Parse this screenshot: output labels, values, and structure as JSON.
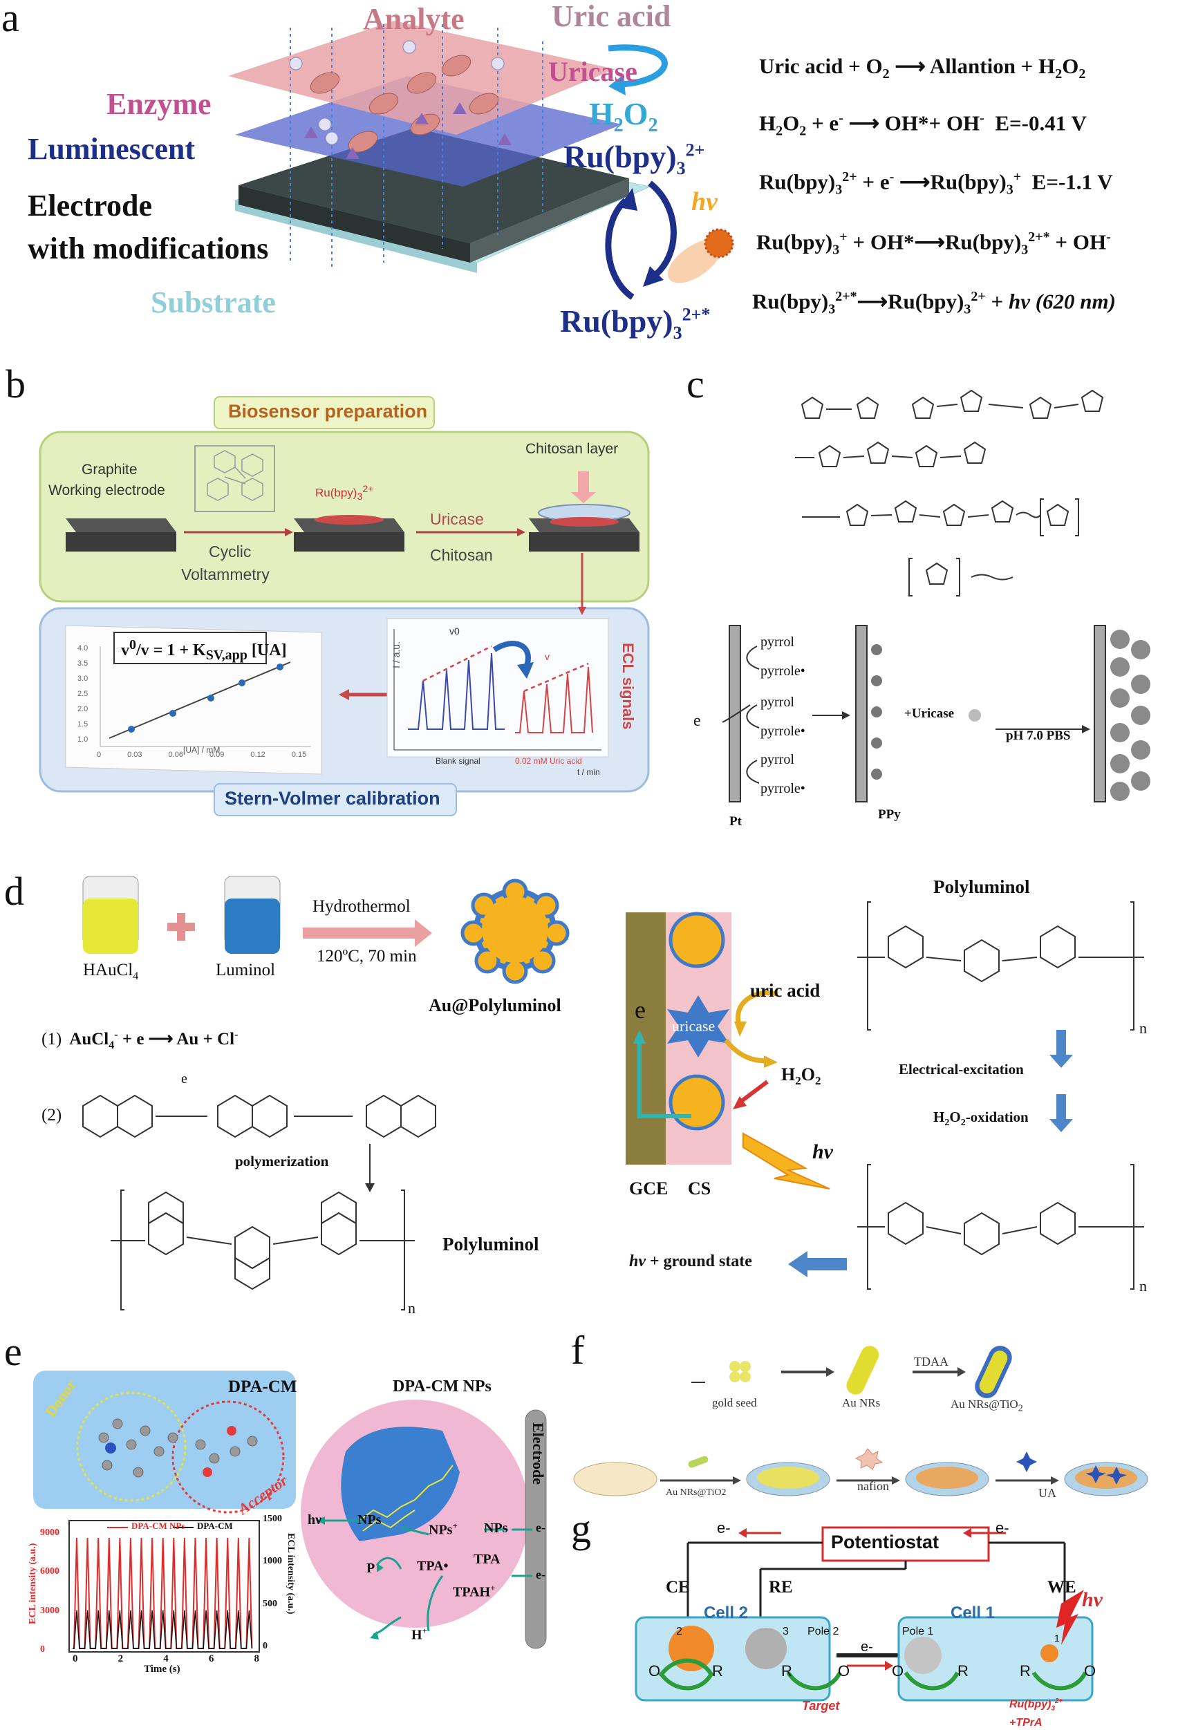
{
  "panels": {
    "a": "a",
    "b": "b",
    "c": "c",
    "d": "d",
    "e": "e",
    "f": "f",
    "g": "g"
  },
  "panel_a": {
    "analyte": "Analyte",
    "uric_acid": "Uric acid",
    "enzyme": "Enzyme",
    "uricase": "Uricase",
    "luminescent": "Luminescent",
    "h2o2": "H2O2",
    "electrode": "Electrode",
    "with_mods": "with modifications",
    "substrate": "Substrate",
    "ru_top": "Ru(bpy)3 2+",
    "ru_bottom": "Ru(bpy)3 2+*",
    "hv": "hv",
    "equations": [
      "Uric acid + O2 ⟶ Allantion + H2O2",
      "H2O2 + e- ⟶ OH* + OH-   E=-0.41 V",
      "Ru(bpy)3 2+ + e- ⟶ Ru(bpy)3 +   E=-1.1 V",
      "Ru(bpy)3 + + OH* ⟶ Ru(bpy)3 2+* + OH-",
      "Ru(bpy)3 2+* ⟶ Ru(bpy)3 2+ + hv (620 nm)"
    ]
  },
  "panel_b": {
    "title": "Biosensor preparation",
    "graphite": "Graphite",
    "working_electrode": "Working electrode",
    "cyclic": "Cyclic",
    "voltammetry": "Voltammetry",
    "ru": "Ru(bpy)3 2+",
    "uricase": "Uricase",
    "chitosan": "Chitosan",
    "chitosan_layer": "Chitosan layer",
    "ecl": "ECL signals",
    "sv_title": "Stern-Volmer calibration",
    "formula": "v0/v = 1 + KSV,app [UA]",
    "xlabel": "[UA] / mM",
    "ylabel": "I / a.u.",
    "time": "t / min",
    "blank": "Blank signal",
    "uric02": "0.02 mM Uric acid",
    "v0": "v0",
    "v": "v",
    "xticks": [
      "0",
      "0.03",
      "0.06",
      "0.09",
      "0.12",
      "0.15"
    ],
    "yticks": [
      "1.0",
      "1.5",
      "2.0",
      "2.5",
      "3.0",
      "3.5",
      "4.0"
    ]
  },
  "panel_c": {
    "pyrrol": "pyrrol",
    "pyrrole": "pyrrole•",
    "e": "e",
    "uricase": "+Uricase",
    "pbs": "pH 7.0 PBS",
    "pt": "Pt",
    "ppy": "PPy"
  },
  "panel_d": {
    "haucl4": "HAuCl4",
    "luminol": "Luminol",
    "hydro": "Hydrothermol",
    "cond": "120ºC, 70 min",
    "aupl": "Au@Polyluminol",
    "eq1": "(1)  AuCl4⁻ + e ⟶ Au + Cl⁻",
    "n2": "(2)",
    "poly": "polymerization",
    "polyluminol": "Polyluminol",
    "polyluminol2": "Polyluminol",
    "uric": "uric acid",
    "uricase": "uricase",
    "h2o2": "H2O2",
    "hv": "hν",
    "gce": "GCE",
    "cs": "CS",
    "e": "e",
    "elec": "Electrical-excitation",
    "h2o2ox": "H2O2-oxidation",
    "ground": "hν + ground state",
    "n": "n",
    "e_arrow": "e"
  },
  "panel_e": {
    "dpacm": "DPA-CM",
    "donor": "Donor",
    "acceptor": "Acceptor",
    "nps_title": "DPA-CM NPs",
    "electrode": "Electrode",
    "legend1": "DPA-CM NPs",
    "legend2": "DPA-CM",
    "ylabel_left": "ECL intensity (a.u.)",
    "ylabel_right": "ECL intensity (a.u.)",
    "xlabel": "Time (s)",
    "xticks": [
      "0",
      "2",
      "4",
      "6",
      "8"
    ],
    "yticks_left": [
      "0",
      "3000",
      "6000",
      "9000"
    ],
    "yticks_right": [
      "0",
      "500",
      "1000",
      "1500"
    ],
    "hv": "hν",
    "nps": "NPs",
    "nps_plus": "NPs+",
    "p": "P",
    "tpa_rad": "TPA•",
    "tpa": "TPA",
    "tpah": "TPAH+",
    "h": "H+",
    "e1": "e-",
    "e2": "e-"
  },
  "panel_f": {
    "gold_seed": "gold seed",
    "au_nrs": "Au NRs",
    "tdaa": "TDAA",
    "au_tio2": "Au NRs@TiO2",
    "au_tio2b": "Au NRs@TiO2",
    "nafion": "nafion",
    "ua": "UA"
  },
  "panel_g": {
    "potentiostat": "Potentiostat",
    "ce": "CE",
    "re": "RE",
    "we": "WE",
    "cell2": "Cell 2",
    "cell1": "Cell 1",
    "pole2": "Pole 2",
    "pole1": "Pole 1",
    "n2": "2",
    "n3": "3",
    "n1": "1",
    "target": "Target",
    "ru": "Ru(bpy)3 2+ +TPrA",
    "hv": "hv",
    "o": "O",
    "r": "R",
    "e": "e-"
  },
  "colors": {
    "pink": "#c24f91",
    "navy": "#1e2f8a",
    "cyan": "#35a8d6",
    "teal": "#7bc9d1",
    "red": "#d32f2f",
    "orange": "#f5a623"
  }
}
